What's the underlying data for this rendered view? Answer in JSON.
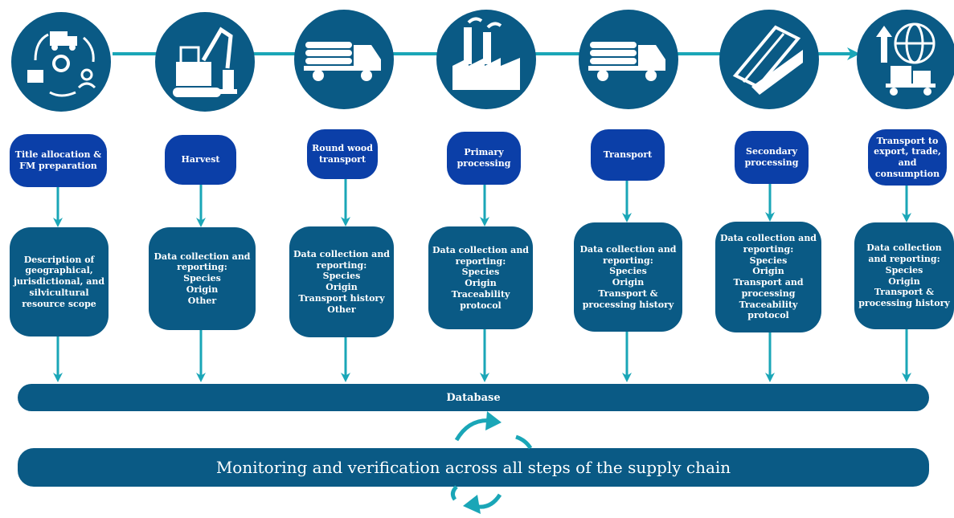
{
  "colors": {
    "circle": "#0a5a85",
    "label": "#0b3fa8",
    "box": "#0a5a85",
    "arrow": "#1aa6b7"
  },
  "steps": [
    {
      "icon": "supply-cycle-icon",
      "label": "Title allocation & FM preparation",
      "details": "Description of geographical, jurisdictional, and silvicultural resource scope"
    },
    {
      "icon": "harvester-icon",
      "label": "Harvest",
      "details": "Data collection and reporting:\nSpecies\nOrigin\nOther"
    },
    {
      "icon": "log-truck-icon",
      "label": "Round wood transport",
      "details": "Data collection and reporting:\nSpecies\nOrigin\nTransport history\nOther"
    },
    {
      "icon": "factory-icon",
      "label": "Primary processing",
      "details": "Data collection and reporting:\nSpecies\nOrigin\nTraceability protocol"
    },
    {
      "icon": "log-truck-icon",
      "label": "Transport",
      "details": "Data collection and reporting:\nSpecies\nOrigin\nTransport & processing history"
    },
    {
      "icon": "lumber-planks-icon",
      "label": "Secondary processing",
      "details": "Data collection and reporting:\nSpecies\nOrigin\nTransport and processing\nTraceability protocol"
    },
    {
      "icon": "globe-trade-icon",
      "label": "Transport to export, trade, and consumption",
      "details": "Data collection and reporting:\nSpecies\nOrigin\nTransport & processing history"
    }
  ],
  "database": "Database",
  "monitoring": "Monitoring and verification across all steps of the supply chain"
}
